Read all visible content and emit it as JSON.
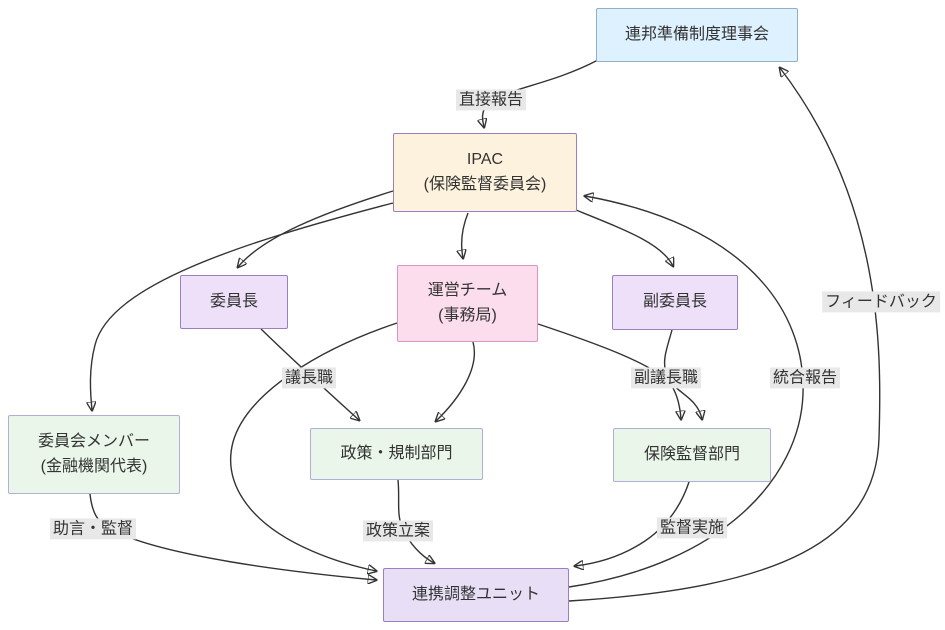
{
  "diagram": {
    "type": "flowchart-top-down",
    "nodes": {
      "federal_reserve_board": {
        "label": "連邦準備制度理事会"
      },
      "ipac": {
        "line1": "IPAC",
        "line2": "(保険監督委員会)"
      },
      "chairman": {
        "label": "委員長"
      },
      "operations_team": {
        "line1": "運営チーム",
        "line2": "(事務局)"
      },
      "vice_chairman": {
        "label": "副委員長"
      },
      "committee_members": {
        "line1": "委員会メンバー",
        "line2": "(金融機関代表)"
      },
      "policy_regulation_dept": {
        "label": "政策・規制部門"
      },
      "insurance_supervision_dept": {
        "label": "保険監督部門"
      },
      "coordination_unit": {
        "label": "連携調整ユニット"
      }
    },
    "edge_labels": {
      "direct_report": "直接報告",
      "chair_role": "議長職",
      "vice_chair_role": "副議長職",
      "integrated_report": "統合報告",
      "feedback": "フィードバック",
      "advice_supervision": "助言・監督",
      "policy_planning": "政策立案",
      "supervision_execution": "監督実施"
    },
    "edges": [
      {
        "from": "federal_reserve_board",
        "to": "ipac",
        "label": "直接報告"
      },
      {
        "from": "ipac",
        "to": "chairman",
        "label": ""
      },
      {
        "from": "ipac",
        "to": "operations_team",
        "label": ""
      },
      {
        "from": "ipac",
        "to": "vice_chairman",
        "label": ""
      },
      {
        "from": "ipac",
        "to": "committee_members",
        "label": ""
      },
      {
        "from": "chairman",
        "to": "policy_regulation_dept",
        "label": "議長職"
      },
      {
        "from": "operations_team",
        "to": "policy_regulation_dept",
        "label": ""
      },
      {
        "from": "operations_team",
        "to": "insurance_supervision_dept",
        "label": ""
      },
      {
        "from": "operations_team",
        "to": "coordination_unit",
        "label": ""
      },
      {
        "from": "vice_chairman",
        "to": "insurance_supervision_dept",
        "label": "副議長職"
      },
      {
        "from": "committee_members",
        "to": "coordination_unit",
        "label": "助言・監督"
      },
      {
        "from": "policy_regulation_dept",
        "to": "coordination_unit",
        "label": "政策立案"
      },
      {
        "from": "insurance_supervision_dept",
        "to": "coordination_unit",
        "label": "監督実施"
      },
      {
        "from": "coordination_unit",
        "to": "ipac",
        "label": "統合報告"
      },
      {
        "from": "coordination_unit",
        "to": "federal_reserve_board",
        "label": "フィードバック"
      }
    ],
    "colors": {
      "edge_stroke": "#333333",
      "text": "#333333",
      "label_background": "#e8e8e8",
      "node_blue_fill": "#ddf1fe",
      "node_cream_fill": "#fdf2dd",
      "node_purple_fill": "#eee0f8",
      "node_pink_fill": "#fbdded",
      "node_green_fill": "#eaf6e9",
      "node_lavender_fill": "#e8def6",
      "purple_border": "#9b7fc0"
    }
  }
}
